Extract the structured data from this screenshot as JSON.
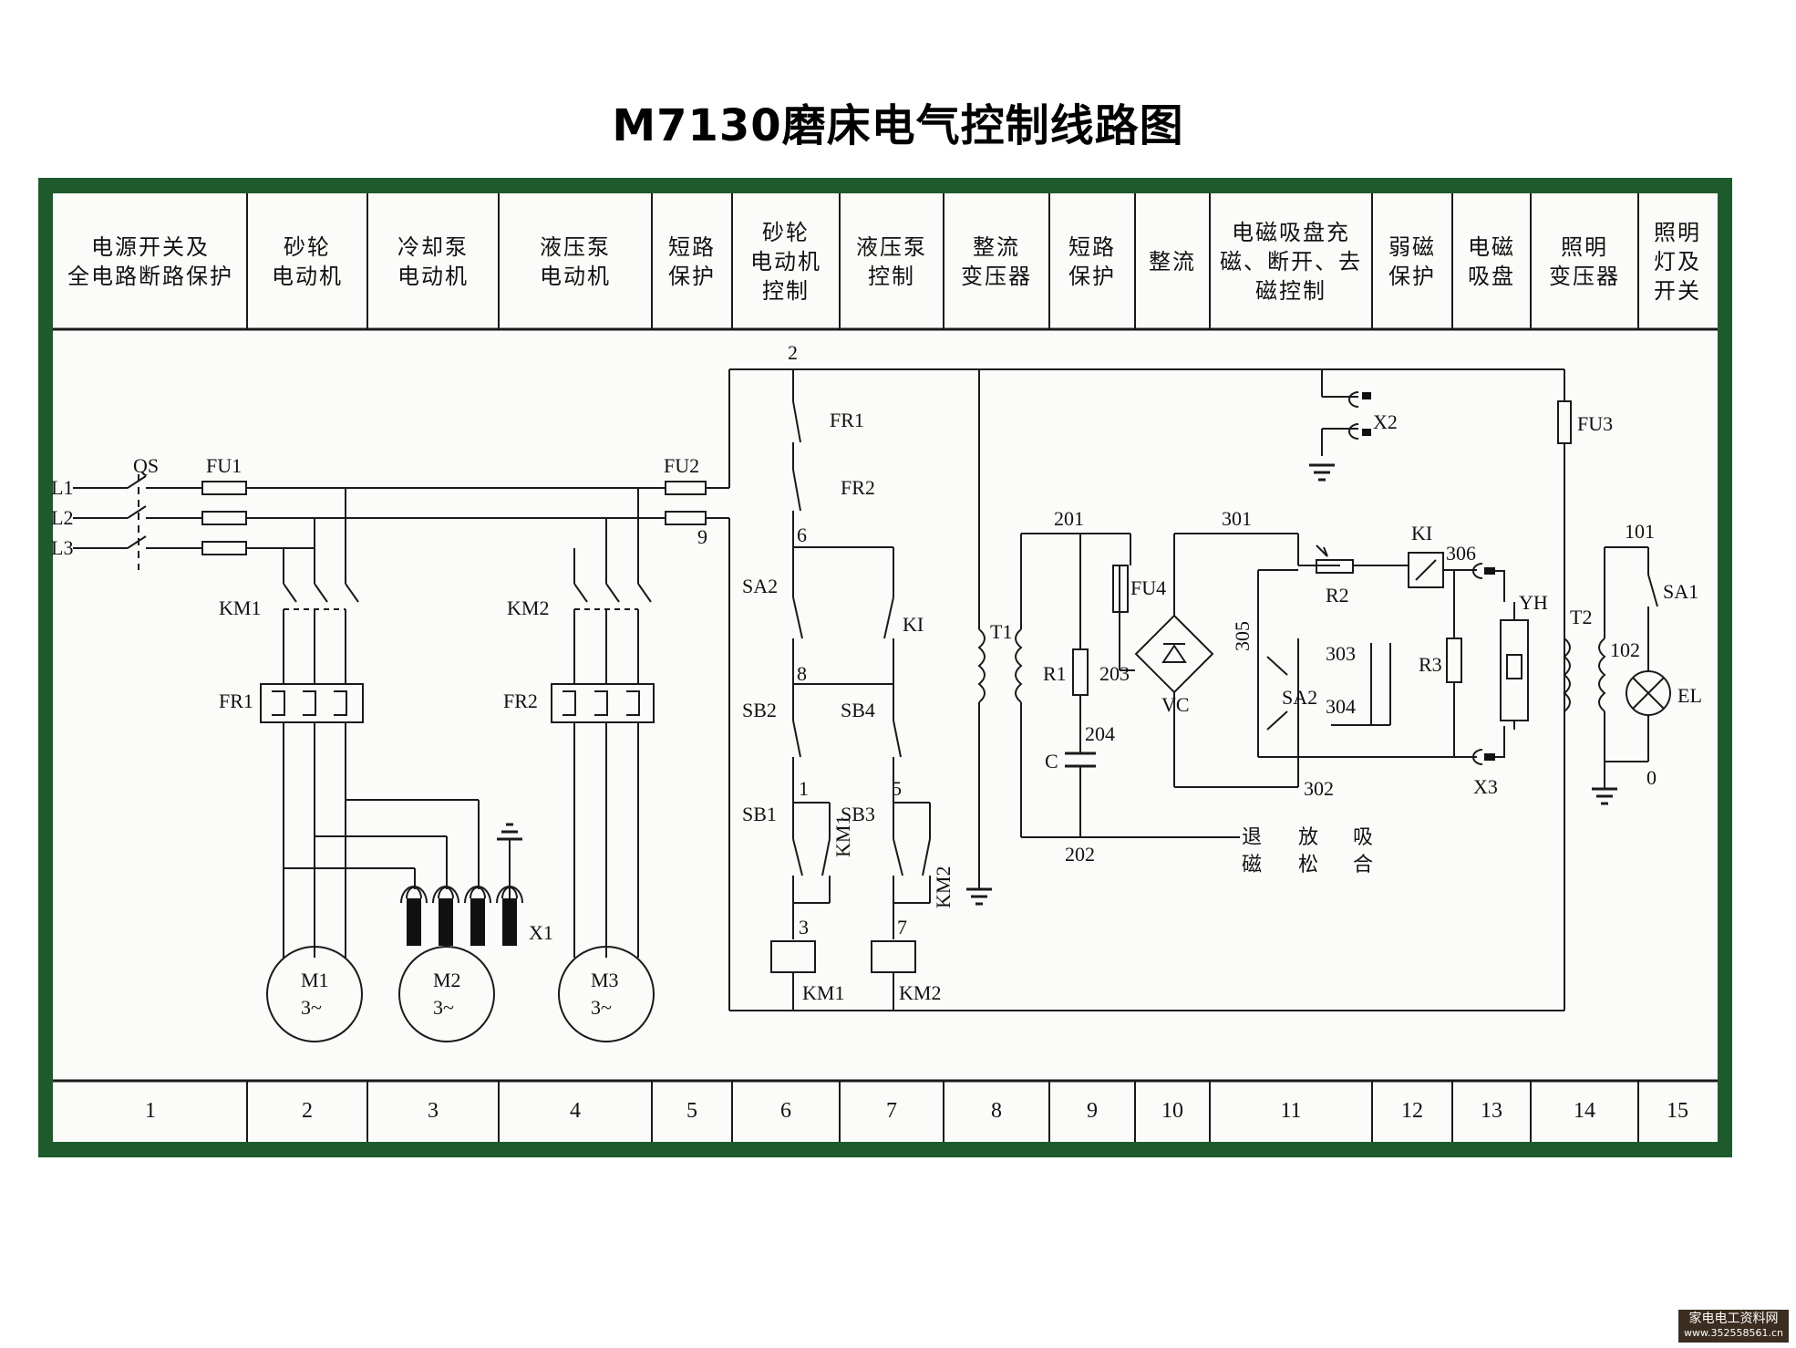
{
  "title": "M7130磨床电气控制线路图",
  "headers": [
    "电源开关及\n全电路断路保护",
    "砂轮\n电动机",
    "冷却泵\n电动机",
    "液压泵\n电动机",
    "短路\n保护",
    "砂轮\n电动机\n控制",
    "液压泵\n控制",
    "整流\n变压器",
    "短路\n保护",
    "整流",
    "电磁吸盘充\n磁、断开、去\n磁控制",
    "弱磁\n保护",
    "电磁\n吸盘",
    "照明\n变压器",
    "照明\n灯及\n开关"
  ],
  "numbers": [
    "1",
    "2",
    "3",
    "4",
    "5",
    "6",
    "7",
    "8",
    "9",
    "10",
    "11",
    "12",
    "13",
    "14",
    "15"
  ],
  "labels": {
    "L1": "L1",
    "L2": "L2",
    "L3": "L3",
    "QS": "QS",
    "FU1": "FU1",
    "FU2": "FU2",
    "n9": "9",
    "n2": "2",
    "KM1": "KM1",
    "KM2": "KM2",
    "FR1": "FR1",
    "FR2": "FR2",
    "M1": "M1",
    "M2": "M2",
    "M3": "M3",
    "ac": "3~",
    "X1": "X1",
    "FR1c": "FR1",
    "FR2c": "FR2",
    "n6": "6",
    "SA2": "SA2",
    "KI": "KI",
    "n8": "8",
    "SB2": "SB2",
    "SB4": "SB4",
    "n1": "1",
    "n5": "5",
    "SB1": "SB1",
    "SB3": "SB3",
    "KM1c": "KM1",
    "KM2c": "KM2",
    "n3": "3",
    "n7": "7",
    "KM1coil": "KM1",
    "KM2coil": "KM2",
    "T1": "T1",
    "n201": "201",
    "R1": "R1",
    "n203": "203",
    "n204": "204",
    "C": "C",
    "n202": "202",
    "FU4": "FU4",
    "VC": "VC",
    "n301": "301",
    "n305": "305",
    "SA2b": "SA2",
    "n303": "303",
    "n304": "304",
    "n302": "302",
    "R2": "R2",
    "KIb": "KI",
    "n306": "306",
    "R3": "R3",
    "YH": "YH",
    "X3": "X3",
    "X2": "X2",
    "tui": "退",
    "ci1": "磁",
    "fang": "放",
    "song": "松",
    "xi": "吸",
    "he": "合",
    "FU3": "FU3",
    "T2": "T2",
    "n101": "101",
    "SA1": "SA1",
    "n102": "102",
    "EL": "EL",
    "n0": "0"
  },
  "watermark": {
    "name": "家电电工资料网",
    "url": "www.352558561.cn"
  }
}
